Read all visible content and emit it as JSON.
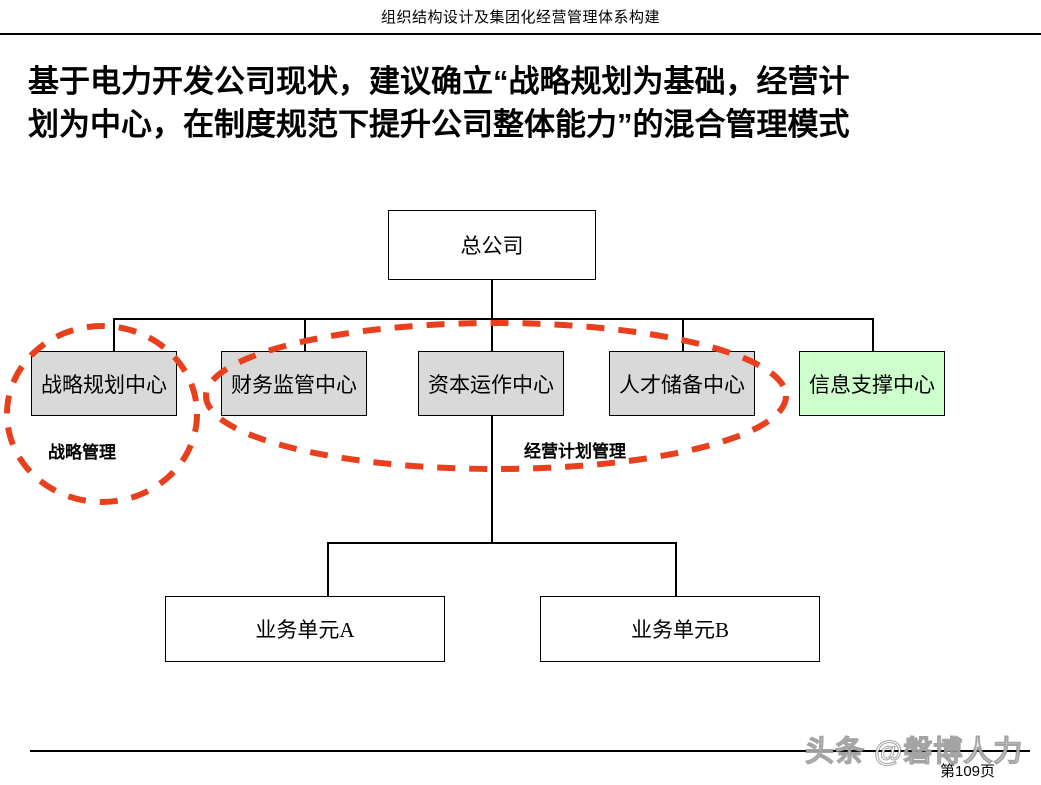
{
  "header": {
    "text": "组织结构设计及集团化经营管理体系构建"
  },
  "title": {
    "line1": "基于电力开发公司现状，建议确立“战略规划为基础，经营计",
    "line2": "划为中心，在制度规范下提升公司整体能力”的混合管理模式"
  },
  "chart": {
    "root": {
      "label": "总公司",
      "fill": "#ffffff"
    },
    "centers": [
      {
        "label": "战略规划中心",
        "fill": "#d9d9d9"
      },
      {
        "label": "财务监管中心",
        "fill": "#d9d9d9"
      },
      {
        "label": "资本运作中心",
        "fill": "#d9d9d9"
      },
      {
        "label": "人才储备中心",
        "fill": "#d9d9d9"
      },
      {
        "label": "信息支撑中心",
        "fill": "#ccffcc"
      }
    ],
    "business_units": [
      {
        "label": "业务单元A",
        "fill": "#ffffff"
      },
      {
        "label": "业务单元B",
        "fill": "#ffffff"
      }
    ],
    "group_labels": [
      {
        "label": "战略管理"
      },
      {
        "label": "经营计划管理"
      }
    ],
    "highlight_color": "#e8401c"
  },
  "footer": {
    "watermark": "头条 @磐博人力",
    "page": "第109页"
  }
}
